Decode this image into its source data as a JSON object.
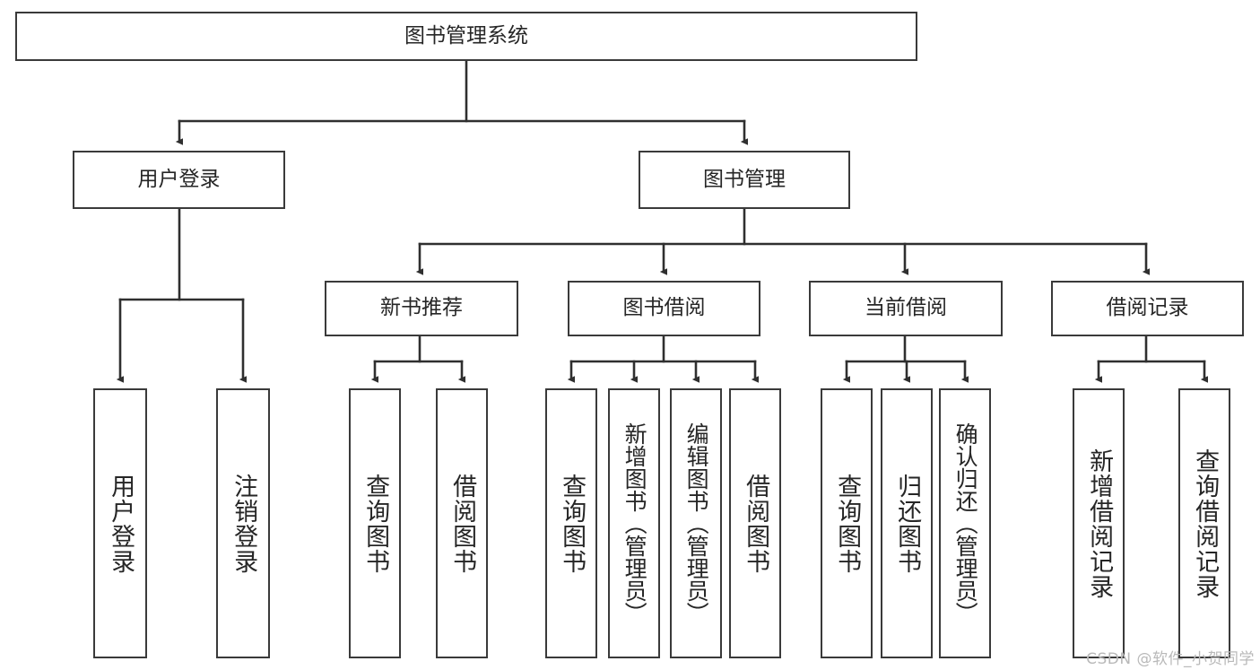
{
  "diagram": {
    "title": "图书管理系统",
    "type": "tree-hierarchy-chart",
    "root": {
      "label": "图书管理系统"
    },
    "level2": [
      {
        "label": "用户登录"
      },
      {
        "label": "图书管理"
      }
    ],
    "level3": [
      {
        "label": "新书推荐"
      },
      {
        "label": "图书借阅"
      },
      {
        "label": "当前借阅"
      },
      {
        "label": "借阅记录"
      }
    ],
    "leaves": {
      "user_login": [
        {
          "label": "用户登录"
        },
        {
          "label": "注销登录"
        }
      ],
      "new_book_recommend": [
        {
          "label": "查询图书"
        },
        {
          "label": "借阅图书"
        }
      ],
      "book_borrow": [
        {
          "label": "查询图书"
        },
        {
          "label": "新增图书（管理员）"
        },
        {
          "label": "编辑图书（管理员）"
        },
        {
          "label": "借阅图书"
        }
      ],
      "current_borrow": [
        {
          "label": "查询图书"
        },
        {
          "label": "归还图书"
        },
        {
          "label": "确认归还（管理员）"
        }
      ],
      "borrow_record": [
        {
          "label": "新增借阅记录"
        },
        {
          "label": "查询借阅记录"
        }
      ]
    },
    "colors": {
      "stroke": "#3a3a3a",
      "fill": "#ffffff",
      "text": "#262626",
      "watermark": "#b9b9b9"
    }
  },
  "watermark": {
    "text": "CSDN @软件_小贺同学"
  }
}
